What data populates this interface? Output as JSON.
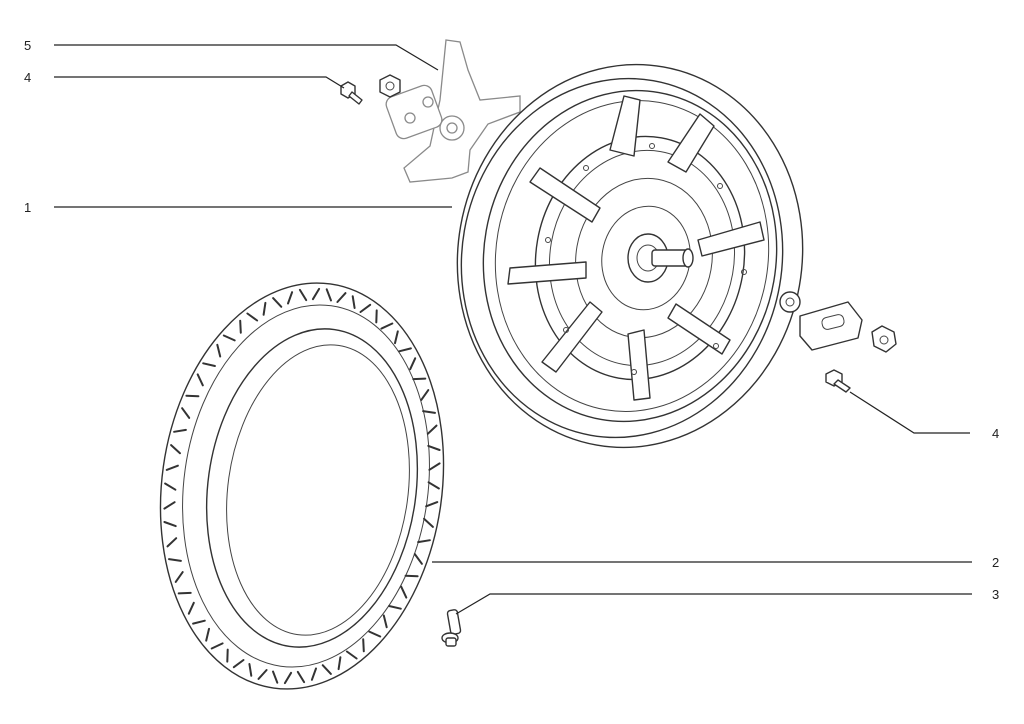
{
  "callouts": [
    {
      "id": "c5a",
      "text": "5"
    },
    {
      "id": "c4a",
      "text": "4"
    },
    {
      "id": "c1",
      "text": "1"
    },
    {
      "id": "c4b",
      "text": "4"
    },
    {
      "id": "c2",
      "text": "2"
    },
    {
      "id": "c3",
      "text": "3"
    }
  ],
  "colors": {
    "line": "#222222",
    "ghost": "#8a8a8a",
    "background": "#ffffff"
  }
}
